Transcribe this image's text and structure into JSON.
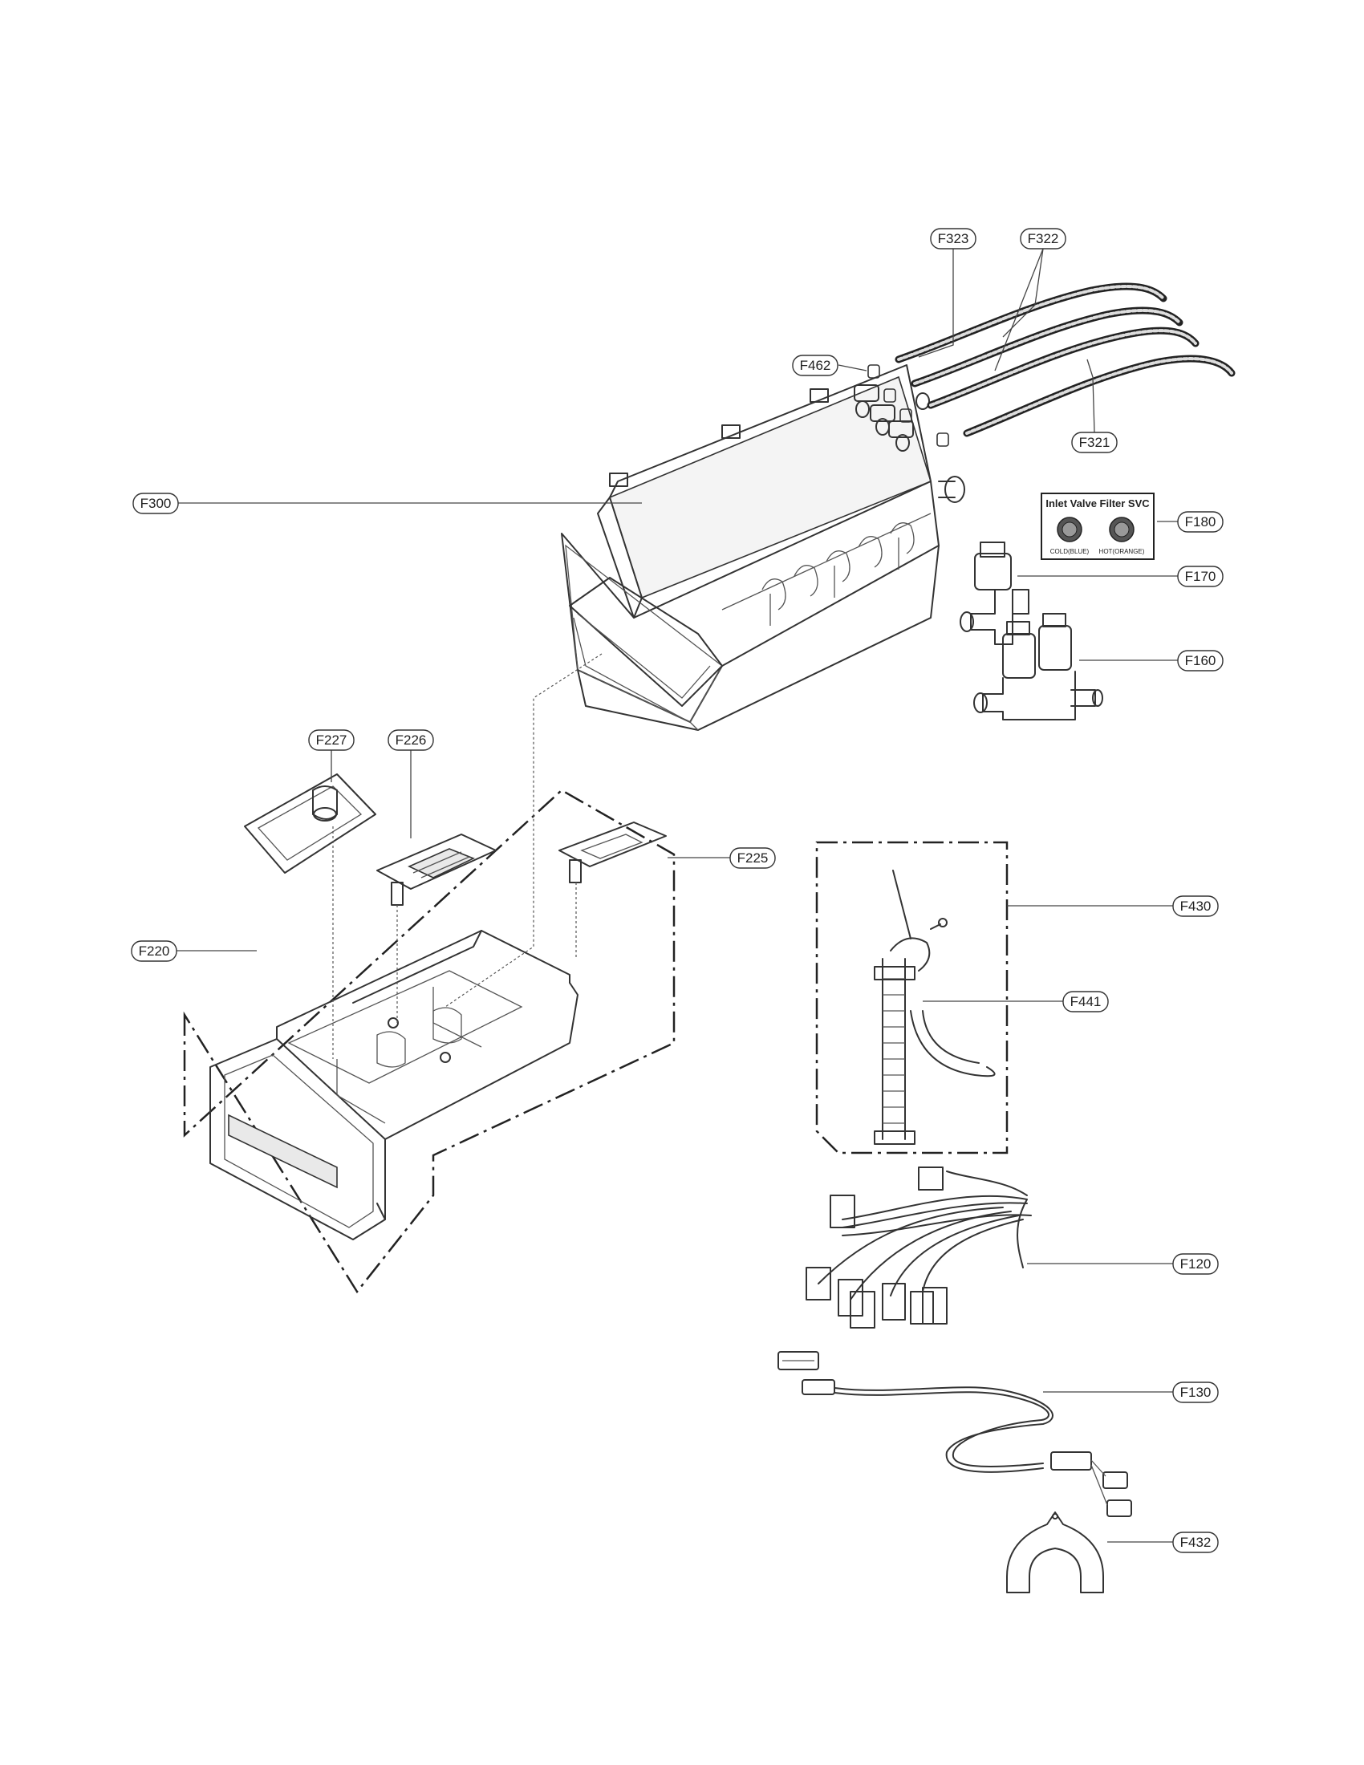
{
  "parts": [
    {
      "id": "F323",
      "label": "F323"
    },
    {
      "id": "F322",
      "label": "F322"
    },
    {
      "id": "F462",
      "label": "F462"
    },
    {
      "id": "F321",
      "label": "F321"
    },
    {
      "id": "F300",
      "label": "F300"
    },
    {
      "id": "F180",
      "label": "F180"
    },
    {
      "id": "F170",
      "label": "F170"
    },
    {
      "id": "F160",
      "label": "F160"
    },
    {
      "id": "F227",
      "label": "F227"
    },
    {
      "id": "F226",
      "label": "F226"
    },
    {
      "id": "F225",
      "label": "F225"
    },
    {
      "id": "F430",
      "label": "F430"
    },
    {
      "id": "F220",
      "label": "F220"
    },
    {
      "id": "F441",
      "label": "F441"
    },
    {
      "id": "F120",
      "label": "F120"
    },
    {
      "id": "F130",
      "label": "F130"
    },
    {
      "id": "F432",
      "label": "F432"
    }
  ],
  "filter_kit": {
    "title": "Inlet Valve Filter SVC",
    "cold": "COLD(BLUE)",
    "hot": "HOT(ORANGE)"
  }
}
